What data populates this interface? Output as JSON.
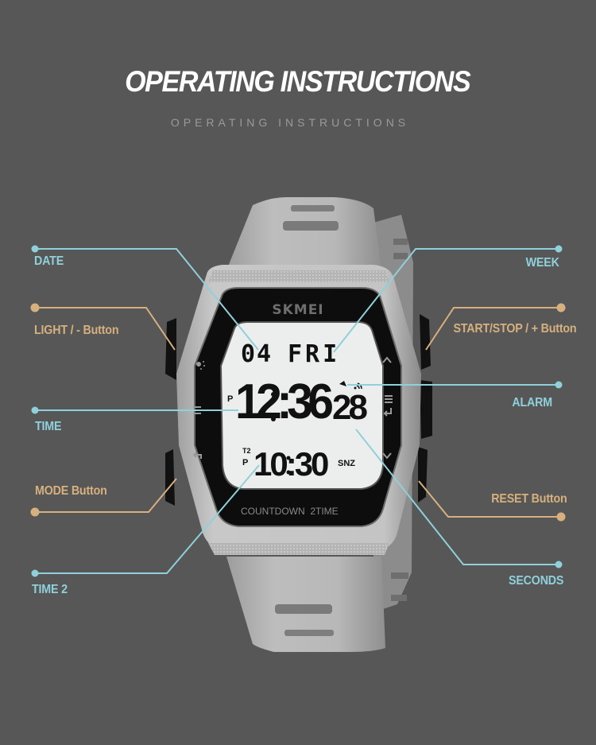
{
  "header": {
    "title": "OPERATING INSTRUCTIONS",
    "subtitle": "OPERATING INSTRUCTIONS"
  },
  "colors": {
    "background": "#575757",
    "info_line": "#8fd0da",
    "button_line": "#d6b07e",
    "title": "#ffffff",
    "subtitle": "#9a9a9a"
  },
  "callouts": {
    "left": [
      {
        "label": "DATE",
        "type": "info"
      },
      {
        "label": "LIGHT / - Button",
        "type": "button"
      },
      {
        "label": "TIME",
        "type": "info"
      },
      {
        "label": "MODE Button",
        "type": "button"
      },
      {
        "label": "TIME 2",
        "type": "info"
      }
    ],
    "right": [
      {
        "label": "WEEK",
        "type": "info"
      },
      {
        "label": "START/STOP / + Button",
        "type": "button"
      },
      {
        "label": "ALARM",
        "type": "info"
      },
      {
        "label": "RESET Button",
        "type": "button"
      },
      {
        "label": "SECONDS",
        "type": "info"
      }
    ]
  },
  "watch": {
    "brand": "SKMEI",
    "date_day": "04",
    "weekday": "FRI",
    "time_pm": "P",
    "time_hm": "12:36",
    "time_seconds": "28",
    "t2_label": "T2",
    "t2_pm": "P",
    "time2": "10:30",
    "snooze": "SNZ",
    "bottom_label": "COUNTDOWN  2TIME",
    "bezel_icons_left": [
      "light-icon",
      "menu-icon",
      "back-icon"
    ],
    "bezel_icons_right": [
      "up-chevron-icon",
      "menu-enter-icon",
      "down-chevron-icon"
    ]
  }
}
